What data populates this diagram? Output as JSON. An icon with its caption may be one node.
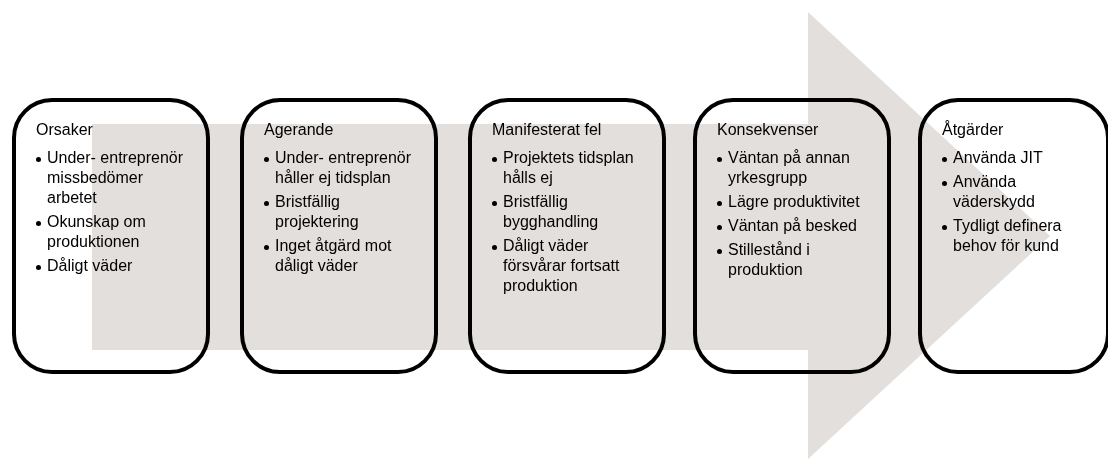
{
  "diagram": {
    "nodes": [
      {
        "text": [
          "Orsaker",
          "Under- entreprenör missbedömer arbetet",
          "Okunskap om produktionen",
          "Dåligt väder"
        ]
      },
      {
        "text": [
          "Agerande",
          "Under- entreprenör håller ej tidsplan",
          "Bristfällig projektering",
          "Inget åtgärd mot dåligt väder"
        ]
      },
      {
        "text": [
          "Manifesterat fel",
          "Projektets tidsplan hålls ej",
          "Bristfällig bygghandling",
          "Dåligt väder försvårar fortsatt produktion"
        ]
      },
      {
        "text": [
          "Konsekvenser",
          "Väntan på annan yrkesgrupp",
          "Lägre produktivitet",
          "Väntan på besked",
          "Stillestånd i produktion"
        ]
      },
      {
        "text": [
          "Åtgärder",
          "Använda JIT",
          "Använda väderskydd",
          "Tydligt definera behov för kund"
        ]
      }
    ],
    "edges": [
      {
        "from": 0,
        "to": 4,
        "arrow": "to"
      }
    ]
  }
}
